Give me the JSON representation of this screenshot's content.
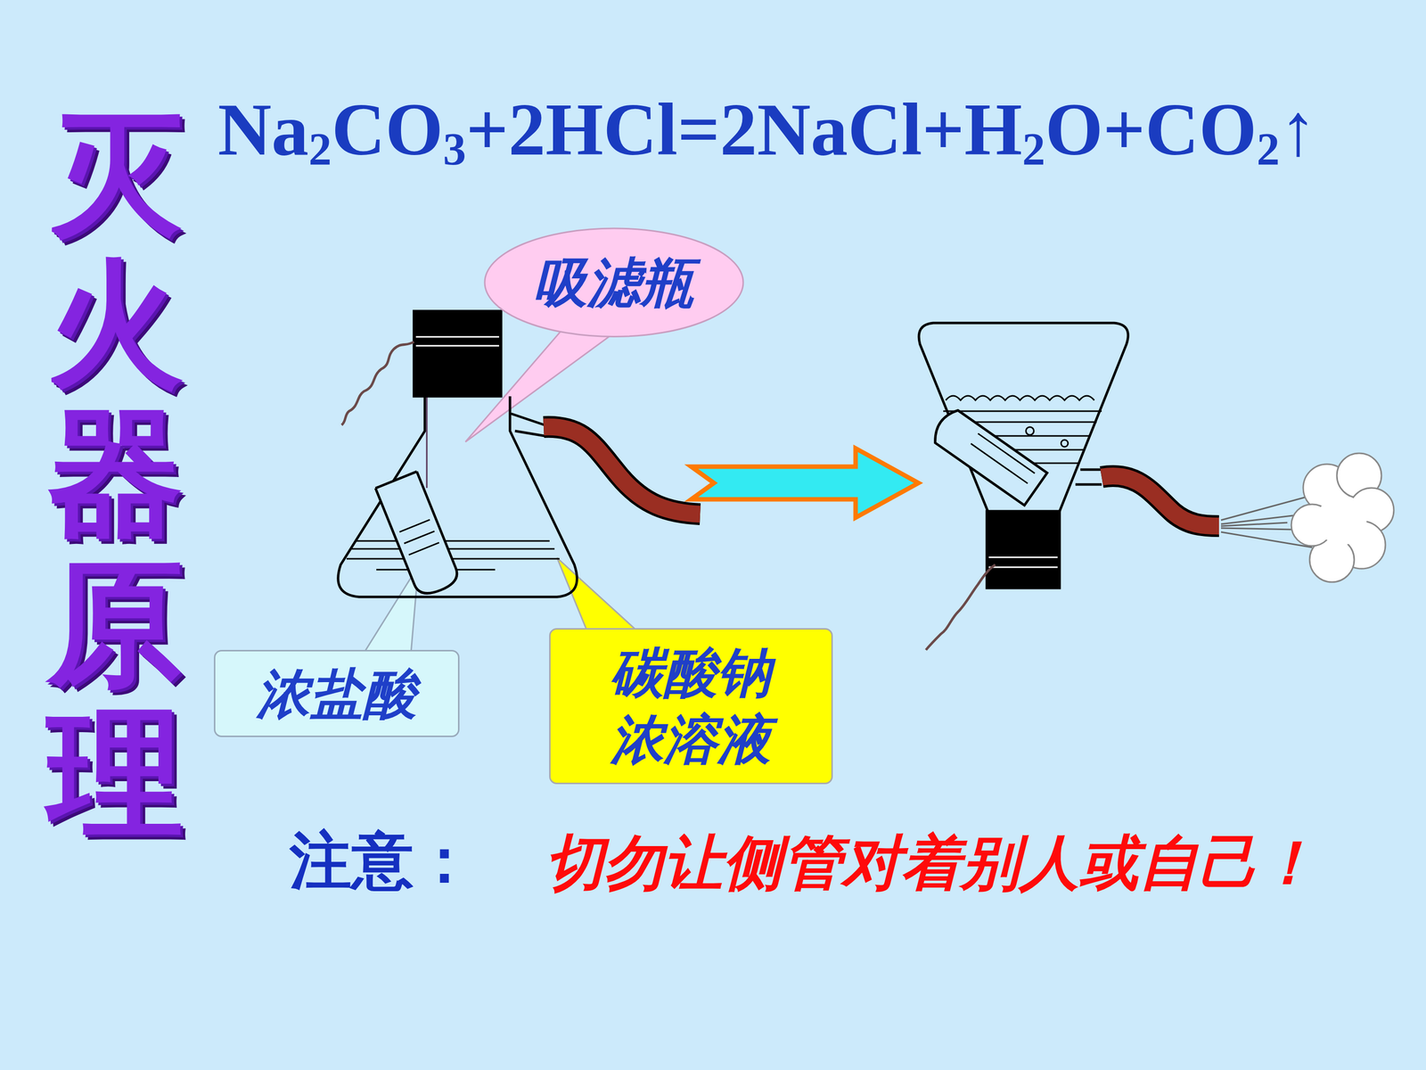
{
  "diagram": {
    "title": "灭火器原理",
    "nodes": [
      {
        "text": [
          "吸滤瓶"
        ]
      },
      {
        "text": [
          "浓盐酸"
        ]
      },
      {
        "text": [
          "碳酸钠 浓溶液"
        ]
      }
    ],
    "labels": [
      "Na2CO3+2HCl=2NaCl+H2O+CO2↑",
      "注意：",
      "切勿让侧管对着别人或自己！"
    ]
  }
}
